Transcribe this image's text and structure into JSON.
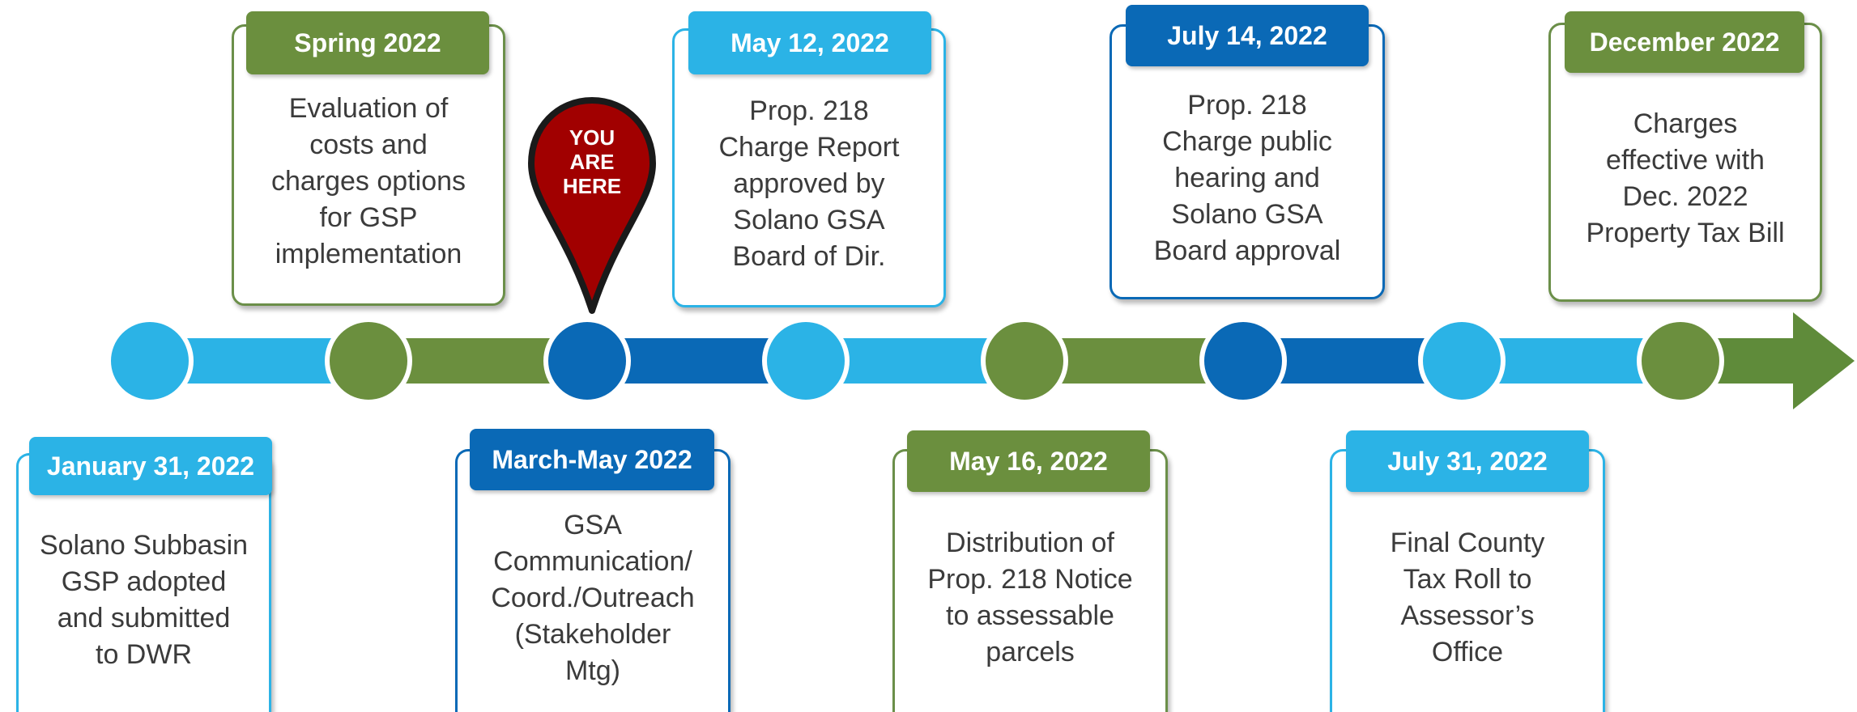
{
  "colors": {
    "green": "#6b8f3e",
    "light_blue": "#2bb3e6",
    "dark_blue": "#0a69b6",
    "pin_red": "#a10000"
  },
  "pin": {
    "text": "YOU\nARE\nHERE",
    "icon": "location-pin-icon"
  },
  "events": [
    {
      "date": "January 31, 2022",
      "text": "Solano Subbasin\nGSP adopted\nand submitted\nto DWR",
      "color": "light_blue"
    },
    {
      "date": "Spring 2022",
      "text": "Evaluation of\ncosts and\ncharges options\nfor GSP\nimplementation",
      "color": "green"
    },
    {
      "date": "March-May 2022",
      "text": "GSA\nCommunication/\nCoord./Outreach\n(Stakeholder\nMtg)",
      "color": "dark_blue"
    },
    {
      "date": "May 12, 2022",
      "text": "Prop. 218\nCharge Report\napproved by\nSolano GSA\nBoard of Dir.",
      "color": "light_blue"
    },
    {
      "date": "May 16, 2022",
      "text": "Distribution of\nProp. 218 Notice\nto assessable\nparcels",
      "color": "green"
    },
    {
      "date": "July 14, 2022",
      "text": "Prop. 218\nCharge public\nhearing and\nSolano GSA\nBoard approval",
      "color": "dark_blue"
    },
    {
      "date": "July 31, 2022",
      "text": "Final County\nTax Roll to\nAssessor’s\nOffice",
      "color": "light_blue"
    },
    {
      "date": "December 2022",
      "text": "Charges\neffective with\nDec. 2022\nProperty Tax Bill",
      "color": "green"
    }
  ]
}
